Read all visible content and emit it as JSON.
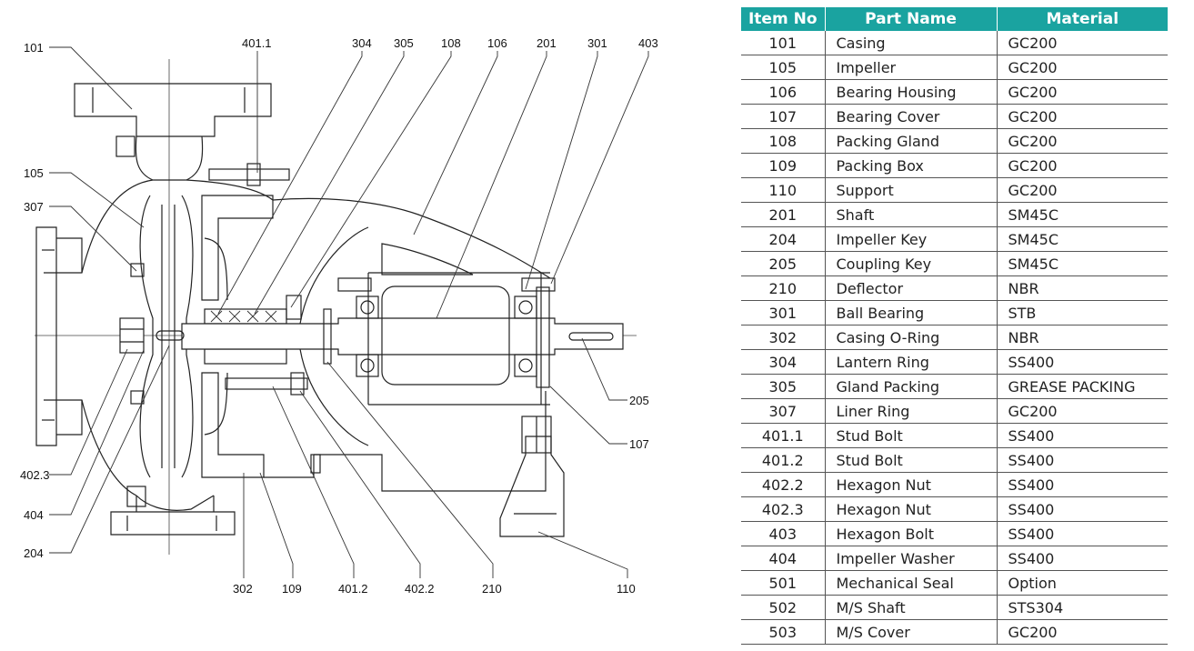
{
  "diagram": {
    "callouts_top": [
      "101",
      "401.1",
      "304",
      "305",
      "108",
      "106",
      "201",
      "301",
      "403"
    ],
    "callouts_left": [
      "105",
      "307",
      "402.3",
      "404",
      "204"
    ],
    "callouts_right": [
      "205",
      "107"
    ],
    "callouts_bottom": [
      "302",
      "109",
      "401.2",
      "402.2",
      "210",
      "110"
    ]
  },
  "parts_table": {
    "headers": [
      "Item No",
      "Part Name",
      "Material"
    ],
    "header_color": "#1aa3a0",
    "rows": [
      [
        "101",
        "Casing",
        "GC200"
      ],
      [
        "105",
        "Impeller",
        "GC200"
      ],
      [
        "106",
        "Bearing Housing",
        "GC200"
      ],
      [
        "107",
        "Bearing Cover",
        "GC200"
      ],
      [
        "108",
        "Packing Gland",
        "GC200"
      ],
      [
        "109",
        "Packing Box",
        "GC200"
      ],
      [
        "110",
        "Support",
        "GC200"
      ],
      [
        "201",
        "Shaft",
        "SM45C"
      ],
      [
        "204",
        "Impeller Key",
        "SM45C"
      ],
      [
        "205",
        "Coupling Key",
        "SM45C"
      ],
      [
        "210",
        "Deflector",
        "NBR"
      ],
      [
        "301",
        "Ball Bearing",
        "STB"
      ],
      [
        "302",
        "Casing O-Ring",
        "NBR"
      ],
      [
        "304",
        "Lantern Ring",
        "SS400"
      ],
      [
        "305",
        "Gland Packing",
        "GREASE PACKING"
      ],
      [
        "307",
        "Liner Ring",
        "GC200"
      ],
      [
        "401.1",
        "Stud Bolt",
        "SS400"
      ],
      [
        "401.2",
        "Stud Bolt",
        "SS400"
      ],
      [
        "402.2",
        "Hexagon Nut",
        "SS400"
      ],
      [
        "402.3",
        "Hexagon Nut",
        "SS400"
      ],
      [
        "403",
        "Hexagon Bolt",
        "SS400"
      ],
      [
        "404",
        "Impeller Washer",
        "SS400"
      ],
      [
        "501",
        "Mechanical Seal",
        "Option"
      ],
      [
        "502",
        "M/S Shaft",
        "STS304"
      ],
      [
        "503",
        "M/S Cover",
        "GC200"
      ]
    ]
  }
}
